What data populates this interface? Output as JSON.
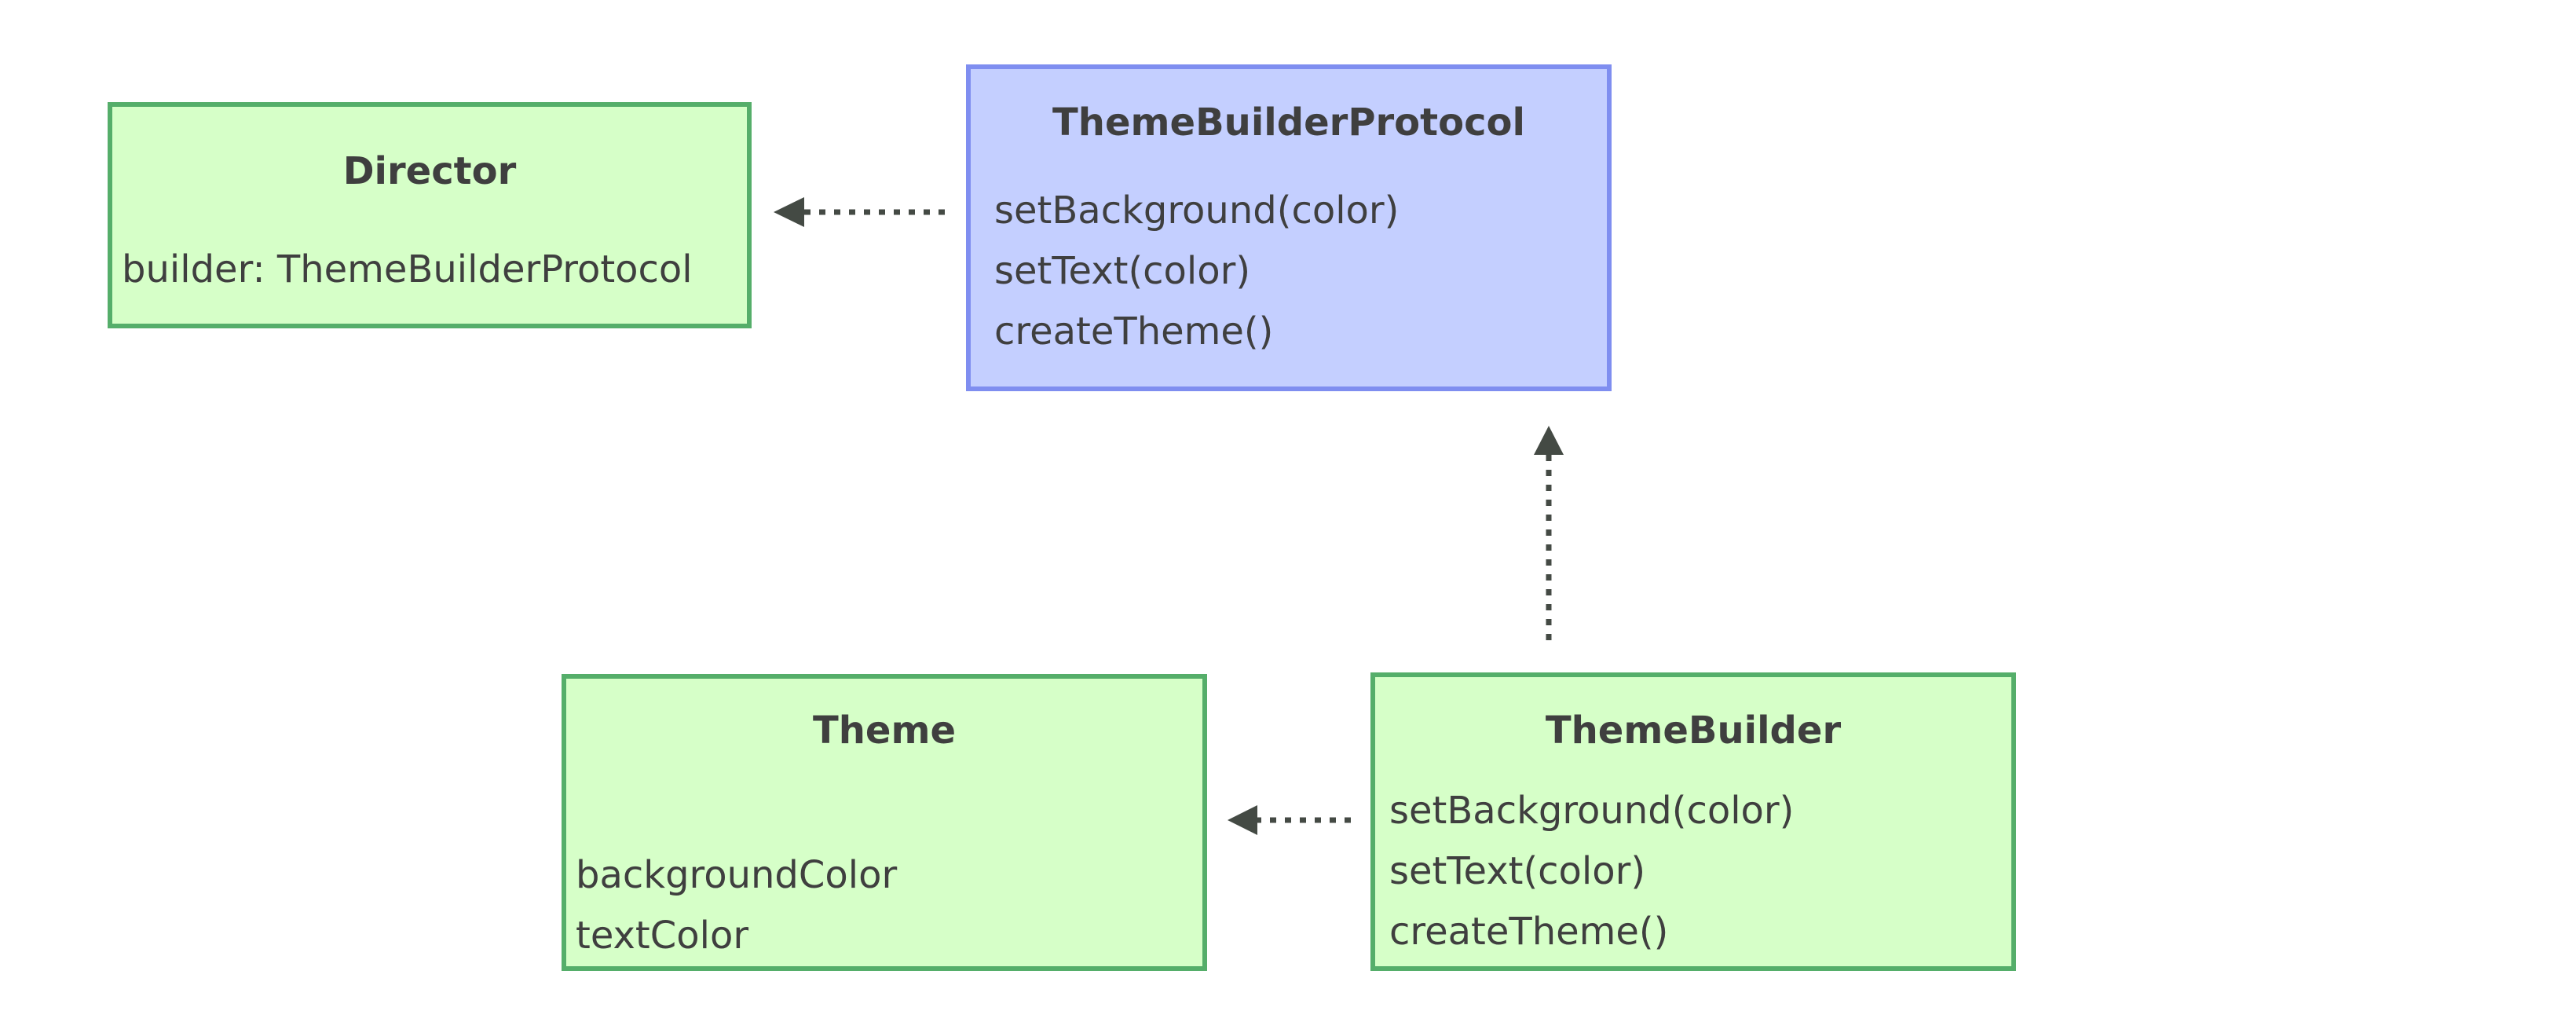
{
  "colors": {
    "class_fill": "#d6ffc8",
    "class_border": "#55ae6a",
    "protocol_fill": "#c4cfff",
    "protocol_border": "#7f8ef0",
    "text": "#3f3f3f",
    "connector": "#444a44"
  },
  "director": {
    "title": "Director",
    "properties": [
      "builder: ThemeBuilderProtocol"
    ]
  },
  "builder_protocol": {
    "title": "ThemeBuilderProtocol",
    "methods": [
      "setBackground(color)",
      "setText(color)",
      "createTheme()"
    ]
  },
  "theme": {
    "title": "Theme",
    "properties": [
      "backgroundColor",
      "textColor"
    ]
  },
  "theme_builder": {
    "title": "ThemeBuilder",
    "methods": [
      "setBackground(color)",
      "setText(color)",
      "createTheme()"
    ]
  }
}
